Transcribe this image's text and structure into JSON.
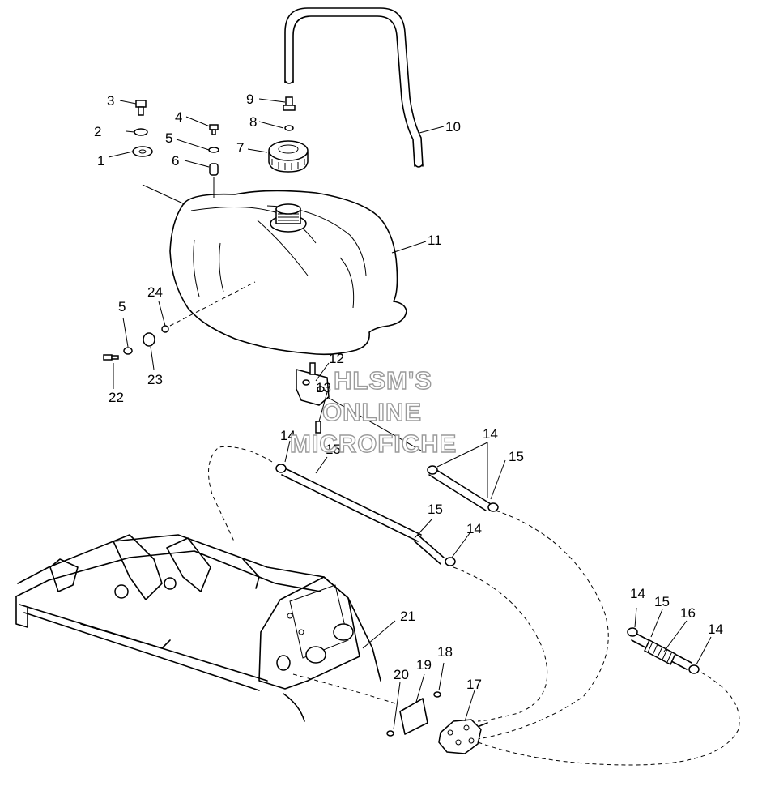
{
  "watermark": {
    "line1": "HLSM'S",
    "line2": "ONLINE",
    "line3": "MICROFICHE"
  },
  "callouts": [
    {
      "id": "c1",
      "text": "1"
    },
    {
      "id": "c2",
      "text": "2"
    },
    {
      "id": "c3",
      "text": "3"
    },
    {
      "id": "c4",
      "text": "4"
    },
    {
      "id": "c5a",
      "text": "5"
    },
    {
      "id": "c6",
      "text": "6"
    },
    {
      "id": "c7",
      "text": "7"
    },
    {
      "id": "c8",
      "text": "8"
    },
    {
      "id": "c9",
      "text": "9"
    },
    {
      "id": "c10",
      "text": "10"
    },
    {
      "id": "c11",
      "text": "11"
    },
    {
      "id": "c12",
      "text": "12"
    },
    {
      "id": "c13",
      "text": "13"
    },
    {
      "id": "c14a",
      "text": "14"
    },
    {
      "id": "c14b",
      "text": "14"
    },
    {
      "id": "c14c",
      "text": "14"
    },
    {
      "id": "c14d",
      "text": "14"
    },
    {
      "id": "c14e",
      "text": "14"
    },
    {
      "id": "c15a",
      "text": "15"
    },
    {
      "id": "c15b",
      "text": "15"
    },
    {
      "id": "c15c",
      "text": "15"
    },
    {
      "id": "c15d",
      "text": "15"
    },
    {
      "id": "c16",
      "text": "16"
    },
    {
      "id": "c17",
      "text": "17"
    },
    {
      "id": "c18",
      "text": "18"
    },
    {
      "id": "c19",
      "text": "19"
    },
    {
      "id": "c20",
      "text": "20"
    },
    {
      "id": "c21",
      "text": "21"
    },
    {
      "id": "c22",
      "text": "22"
    },
    {
      "id": "c23",
      "text": "23"
    },
    {
      "id": "c5b",
      "text": "5"
    },
    {
      "id": "c24",
      "text": "24"
    }
  ]
}
